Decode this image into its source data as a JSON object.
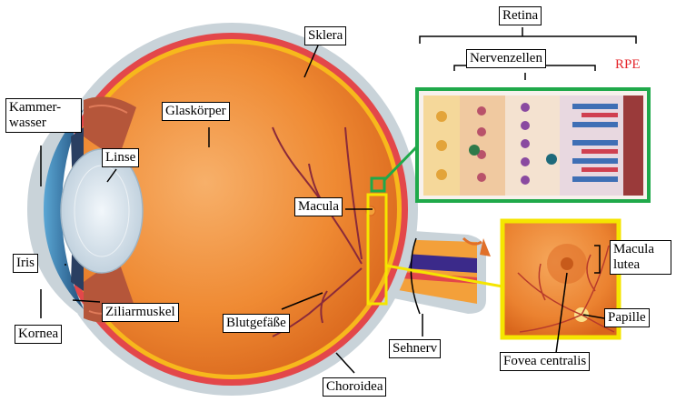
{
  "labels": {
    "retina": "Retina",
    "nervenzellen": "Nervenzellen",
    "rpe": "RPE",
    "sklera": "Sklera",
    "glaskoerper": "Glaskörper",
    "kammerwasser_line1": "Kammer-",
    "kammerwasser_line2": "wasser",
    "linse": "Linse",
    "macula": "Macula",
    "iris": "Iris",
    "kornea": "Kornea",
    "ziliarmuskel": "Ziliarmuskel",
    "blutgefaesse": "Blutgefäße",
    "sehnerv": "Sehnerv",
    "choroidea": "Choroidea",
    "macula_lutea_line1": "Macula",
    "macula_lutea_line2": "lutea",
    "papille": "Papille",
    "fovea_centralis": "Fovea centralis"
  },
  "colors": {
    "sclera": "#c9d3d9",
    "choroid": "#e3474a",
    "retina_band": "#f7b81c",
    "vitreous": "#f0872c",
    "lens": "#dde8f0",
    "cornea": "#2f6fa3",
    "retina_box_border": "#1fa94a",
    "fundus_box_border": "#f5e500",
    "optic_nerve": "#3b2a8a",
    "rpe_text": "#e5262b"
  }
}
